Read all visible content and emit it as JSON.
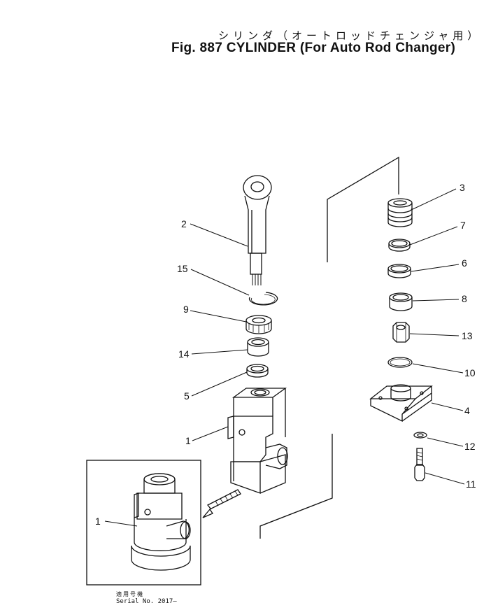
{
  "header": {
    "title_jp": "シリンダ（オートロッドチェンジャ用）",
    "title_en": "Fig. 887 CYLINDER (For Auto Rod Changer)"
  },
  "callouts": [
    {
      "id": "c1",
      "label": "1"
    },
    {
      "id": "c2",
      "label": "2"
    },
    {
      "id": "c3",
      "label": "3"
    },
    {
      "id": "c4",
      "label": "4"
    },
    {
      "id": "c5",
      "label": "5"
    },
    {
      "id": "c6",
      "label": "6"
    },
    {
      "id": "c7",
      "label": "7"
    },
    {
      "id": "c8",
      "label": "8"
    },
    {
      "id": "c9",
      "label": "9"
    },
    {
      "id": "c10",
      "label": "10"
    },
    {
      "id": "c11",
      "label": "11"
    },
    {
      "id": "c12",
      "label": "12"
    },
    {
      "id": "c13",
      "label": "13"
    },
    {
      "id": "c14",
      "label": "14"
    },
    {
      "id": "c15",
      "label": "15"
    },
    {
      "id": "c1b",
      "label": "1"
    }
  ],
  "inset": {
    "serial_jp": "適用号機",
    "serial_en": "Serial No. 2017—"
  }
}
